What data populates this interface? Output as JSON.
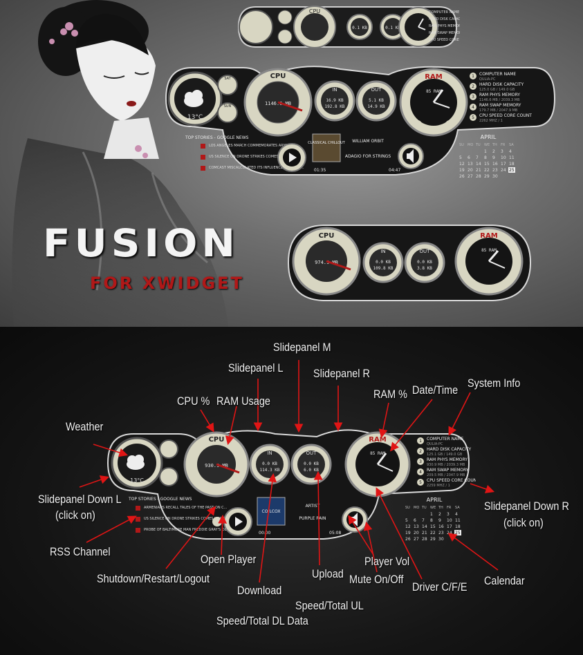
{
  "branding": {
    "title": "FUSION",
    "subtitle": "FOR XWIDGET"
  },
  "mini_widget": {
    "in_value": "0.1 KB",
    "in_total": "0.1 KB",
    "out_value": "0.1 KB",
    "out_total": "0.1 KB",
    "info_lines": [
      "COMPUTER NAME",
      "HARD DISK CAPACITY",
      "RAM PHYS MEMORY",
      "RAM SWAP MEMORY",
      "CPU SPEED CORE COUNT"
    ]
  },
  "main_widget": {
    "weather": {
      "temp": "13°C",
      "sat": "SAT",
      "sun": "SUN"
    },
    "cpu": {
      "label": "CPU",
      "usage": "1146.6 MB",
      "percent": 42
    },
    "net_in": {
      "label": "IN",
      "speed": "16.9 KB",
      "total": "192.8 KB"
    },
    "net_out": {
      "label": "OUT",
      "speed": "5.1 KB",
      "total": "14.9 KB"
    },
    "ram": {
      "label": "RAM",
      "percent_text": "85 RAM",
      "percent": 85
    },
    "system_info": [
      {
        "n": "1",
        "title": "COMPUTER NAME",
        "value": "QULIA-PC"
      },
      {
        "n": "2",
        "title": "HARD DISK CAPACITY",
        "value": "125.0 GB / 149.0 GB"
      },
      {
        "n": "3",
        "title": "RAM PHYS MEMORY",
        "value": "1146.6 MB / 2039.3 MB"
      },
      {
        "n": "4",
        "title": "RAM SWAP MEMORY",
        "value": "179.7 MB / 2047.9 MB"
      },
      {
        "n": "5",
        "title": "CPU SPEED CORE COUNT",
        "value": "2262 MHZ / 1"
      }
    ],
    "rss": {
      "header": "TOP STORIES - GOOGLE NEWS",
      "items": [
        "LOS ANGELES MARCH COMMEMORATES ARMENIA...",
        "US SILENCE ON DRONE STRIKES COMES UNDER F...",
        "COMCAST MISCALCULATED ITS INFLUENCE - WALL ST..."
      ]
    },
    "player": {
      "artist": "WILLIAM ORBIT",
      "track": "ADAGIO FOR STRINGS",
      "album_text": "CLASSICAL CHILLOUT",
      "elapsed": "01:35",
      "total": "04:47"
    },
    "calendar": {
      "month": "APRIL",
      "weekdays": [
        "SU",
        "MO",
        "TU",
        "WE",
        "TH",
        "FR",
        "SA"
      ],
      "weeks": [
        [
          "",
          "",
          "",
          "1",
          "2",
          "3",
          "4"
        ],
        [
          "5",
          "6",
          "7",
          "8",
          "9",
          "10",
          "11"
        ],
        [
          "12",
          "13",
          "14",
          "15",
          "16",
          "17",
          "18"
        ],
        [
          "19",
          "20",
          "21",
          "22",
          "23",
          "24",
          "25"
        ],
        [
          "26",
          "27",
          "28",
          "29",
          "30",
          "",
          ""
        ]
      ],
      "today": "25"
    }
  },
  "third_widget": {
    "cpu_usage": "974.9 MB",
    "in_speed": "0.0 KB",
    "in_total": "109.8 KB",
    "out_speed": "0.0 KB",
    "out_total": "3.8 KB",
    "ram_text": "85 RAM"
  },
  "annotated_widget": {
    "cpu_usage": "930.9 MB",
    "in_speed": "0.0 KB",
    "in_total": "114.3 KB",
    "out_speed": "0.0 KB",
    "out_total": "6.0 KB",
    "ram_text": "85 RAM",
    "temp": "13°C",
    "system_info": [
      {
        "n": "1",
        "title": "COMPUTER NAME",
        "value": "QULIA-PC"
      },
      {
        "n": "2",
        "title": "HARD DISK CAPACITY",
        "value": "125.1 GB / 149.0 GB"
      },
      {
        "n": "3",
        "title": "RAM PHYS MEMORY",
        "value": "930.9 MB / 2039.3 MB"
      },
      {
        "n": "4",
        "title": "RAM SWAP MEMORY",
        "value": "209.5 MB / 2047.9 MB"
      },
      {
        "n": "5",
        "title": "CPU SPEED CORE COUNT",
        "value": "2259 MHZ / 1"
      }
    ],
    "rss": {
      "header": "TOP STORIES - GOOGLE NEWS",
      "items": [
        "ARMENIANS RECALL TALES OF THE PAST ON C...",
        "US SILENCE ON DRONE STRIKES COMES UNDER F...",
        "PROBE OF BALTIMORE MAN FREDDIE GRAY'S DEATH S..."
      ]
    },
    "player": {
      "artist": "ARTIST",
      "track": "PURPLE RAIN",
      "album_text": "CO/LCOX",
      "elapsed": "00:00",
      "total": "05:08"
    },
    "calendar_month": "APRIL"
  },
  "annotations": {
    "slidepanel_m": "Slidepanel M",
    "slidepanel_l": "Slidepanel L",
    "slidepanel_r": "Slidepanel R",
    "cpu_percent": "CPU %",
    "ram_usage": "RAM Usage",
    "ram_percent": "RAM %",
    "date_time": "Date/Time",
    "system_info": "System Info",
    "weather": "Weather",
    "slidepanel_down_l": "Slidepanel Down L",
    "slidepanel_down_l_sub": "(click on)",
    "slidepanel_down_r": "Slidepanel Down R",
    "slidepanel_down_r_sub": "(click on)",
    "rss_channel": "RSS Channel",
    "open_player": "Open Player",
    "shutdown": "Shutdown/Restart/Logout",
    "download": "Download",
    "upload": "Upload",
    "player_vol": "Player Vol",
    "mute": "Mute On/Off",
    "driver": "Driver C/F/E",
    "calendar": "Calendar",
    "speed_ul": "Speed/Total UL",
    "speed_dl": "Speed/Total DL Data"
  },
  "colors": {
    "accent_red": "#b11818",
    "panel_dark": "#1c1c1c",
    "gauge_cream": "#d8d6c2"
  }
}
